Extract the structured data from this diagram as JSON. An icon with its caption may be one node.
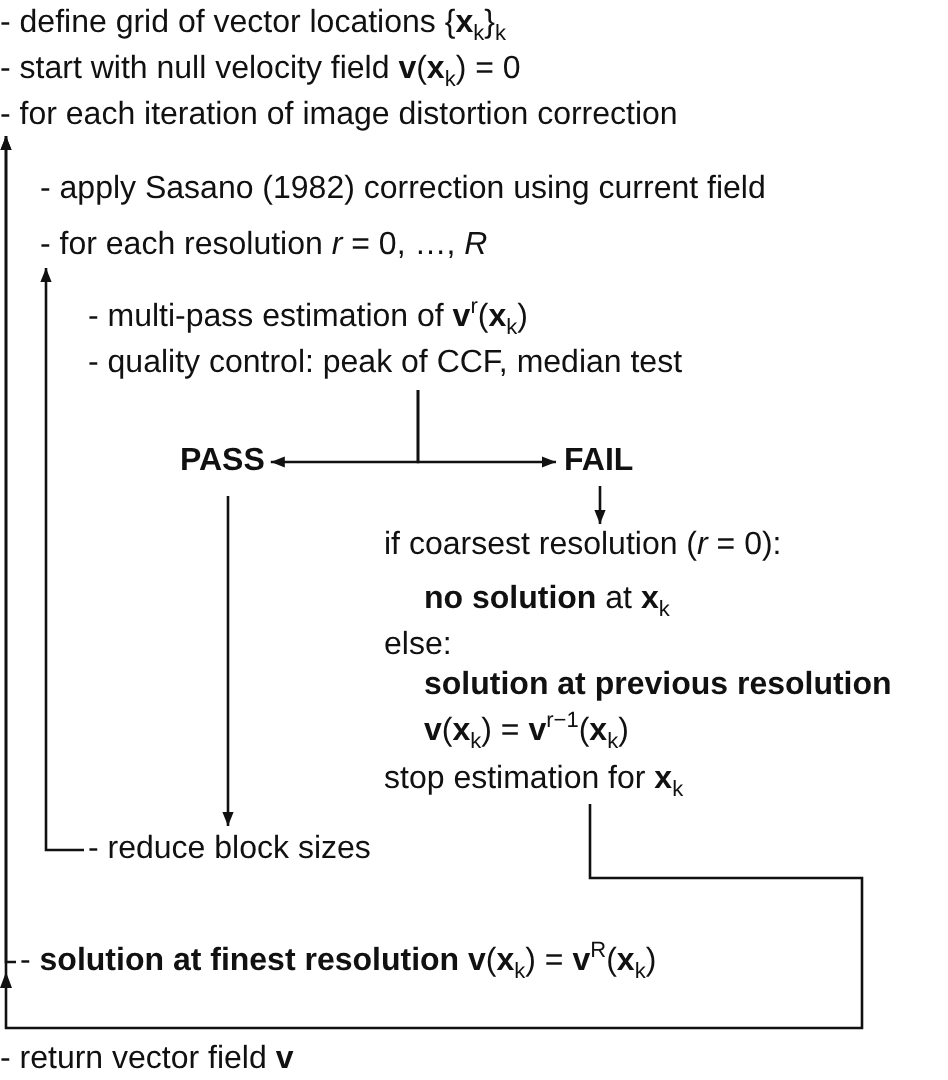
{
  "diagram": {
    "nodes": [
      {
        "text": [
          "- define grid of vector locations {**x**$_{k}$}$_{k}$"
        ]
      },
      {
        "text": [
          "- start with null velocity field **v**(**x**$_{k}$) = 0"
        ]
      },
      {
        "text": [
          "- for each iteration of image distortion correction"
        ]
      },
      {
        "text": [
          "- apply Sasano (1982) correction using current field"
        ]
      },
      {
        "text": [
          "- for each resolution *r* = 0, …, *R*"
        ]
      },
      {
        "text": [
          "- multi-pass estimation of **v**$^{r}$(**x**$_{k}$)"
        ]
      },
      {
        "text": [
          "- quality control: peak of CCF, median test"
        ]
      },
      {
        "text": [
          "PASS"
        ]
      },
      {
        "text": [
          "FAIL"
        ]
      },
      {
        "text": [
          "if coarsest resolution (*r* = 0):"
        ]
      },
      {
        "text": [
          "**no solution** at **x**$_{k}$"
        ]
      },
      {
        "text": [
          "else:"
        ]
      },
      {
        "text": [
          "solution at previous resolution"
        ]
      },
      {
        "text": [
          "**v**(**x**$_{k}$) = **v**$^{r−1}$(**x**$_{k}$)"
        ]
      },
      {
        "text": [
          "stop estimation for **x**$_{k}$"
        ]
      },
      {
        "text": [
          "- reduce block sizes"
        ]
      },
      {
        "text": [
          "- **solution at finest resolution** **v**(**x**$_{k}$) = **v**$^{R}$(**x**$_{k}$)"
        ]
      },
      {
        "text": [
          "- return vector field **v**"
        ]
      }
    ],
    "edges": [
      {
        "from": 6,
        "to": 7,
        "arrow": "to"
      },
      {
        "from": 6,
        "to": 8,
        "arrow": "to"
      },
      {
        "from": 8,
        "to": 9,
        "arrow": "to"
      },
      {
        "from": 7,
        "to": 15,
        "arrow": "to"
      },
      {
        "from": 15,
        "to": 4,
        "arrow": "to"
      },
      {
        "from": 14,
        "to": 2,
        "arrow": "to"
      },
      {
        "from": 16,
        "to": 2,
        "arrow": "to"
      }
    ]
  }
}
